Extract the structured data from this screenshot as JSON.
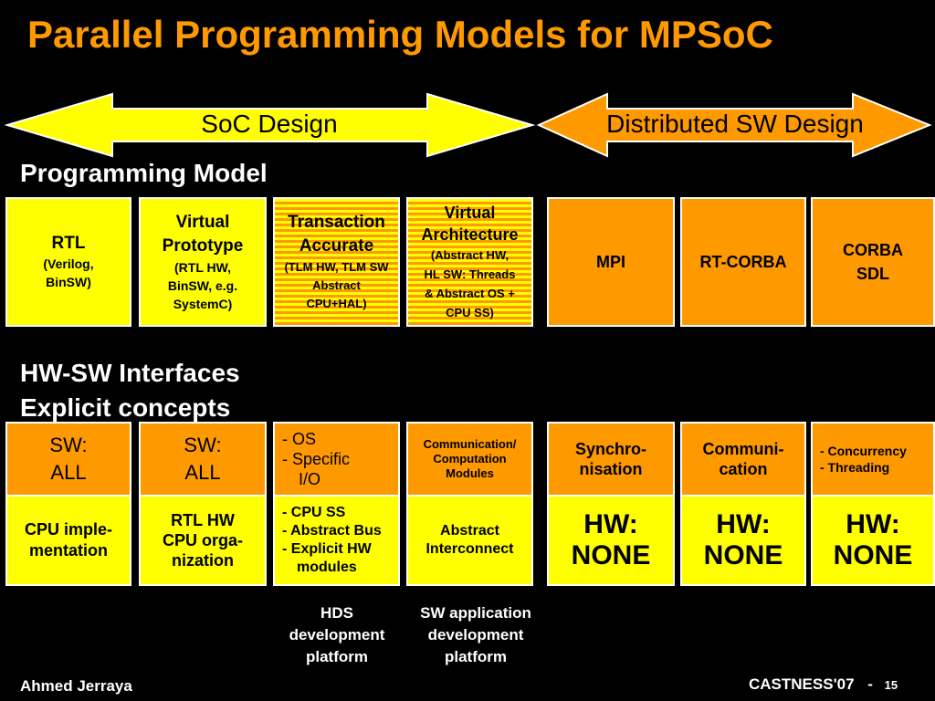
{
  "slide": {
    "title": "Parallel Programming Models for MPSoC",
    "arrows": {
      "soc": "SoC Design",
      "dist": "Distributed SW Design"
    },
    "sections": {
      "programming_model": "Programming Model",
      "hwsw_1": "HW-SW Interfaces",
      "hwsw_2": "Explicit concepts"
    },
    "models": {
      "rtl": {
        "l1": "RTL",
        "l2": "(Verilog,",
        "l3": "BinSW)"
      },
      "virtual_prototype": {
        "l1": "Virtual",
        "l2": "Prototype",
        "l3": "(RTL HW,",
        "l4": "BinSW, e.g.",
        "l5": "SystemC)"
      },
      "transaction": {
        "l1": "Transaction",
        "l2": "Accurate",
        "l3": "(TLM HW, TLM SW",
        "l4": "Abstract",
        "l5": "CPU+HAL)"
      },
      "virtual_arch": {
        "l1": "Virtual",
        "l2": "Architecture",
        "l3": "(Abstract HW,",
        "l4": "HL SW: Threads",
        "l5": "& Abstract OS +",
        "l6": "CPU SS)"
      },
      "mpi": "MPI",
      "rtcorba": "RT-CORBA",
      "corba": {
        "l1": "CORBA",
        "l2": "SDL"
      }
    },
    "interfaces_sw": {
      "c1": {
        "l1": "SW:",
        "l2": "ALL"
      },
      "c2": {
        "l1": "SW:",
        "l2": "ALL"
      },
      "c3": {
        "l1": "- OS",
        "l2": "- Specific",
        "l3": "I/O"
      },
      "c4": {
        "l1": "Communication/",
        "l2": "Computation",
        "l3": "Modules"
      },
      "c5": {
        "l1": "Synchro-",
        "l2": "nisation"
      },
      "c6": {
        "l1": "Communi-",
        "l2": "cation"
      },
      "c7": {
        "l1": "- Concurrency",
        "l2": "- Threading"
      }
    },
    "interfaces_hw": {
      "c1": {
        "l1": "CPU imple-",
        "l2": "mentation"
      },
      "c2": {
        "l1": "RTL HW",
        "l2": "CPU orga-",
        "l3": "nization"
      },
      "c3": {
        "l1": "- CPU SS",
        "l2": "- Abstract Bus",
        "l3": "- Explicit HW",
        "l4": "modules"
      },
      "c4": {
        "l1": "Abstract",
        "l2": "Interconnect"
      },
      "c5": {
        "l1": "HW:",
        "l2": "NONE"
      },
      "c6": {
        "l1": "HW:",
        "l2": "NONE"
      },
      "c7": {
        "l1": "HW:",
        "l2": "NONE"
      }
    },
    "platforms": {
      "hds": {
        "l1": "HDS",
        "l2": "development",
        "l3": "platform"
      },
      "sw": {
        "l1": "SW application",
        "l2": "development",
        "l3": "platform"
      }
    },
    "footer": {
      "author": "Ahmed Jerraya",
      "event": "CASTNESS'07",
      "sep": "-",
      "page": "15"
    },
    "colors": {
      "title": "#ff9900",
      "yellow": "#ffff00",
      "orange": "#ff9900",
      "background": "#000000"
    }
  }
}
